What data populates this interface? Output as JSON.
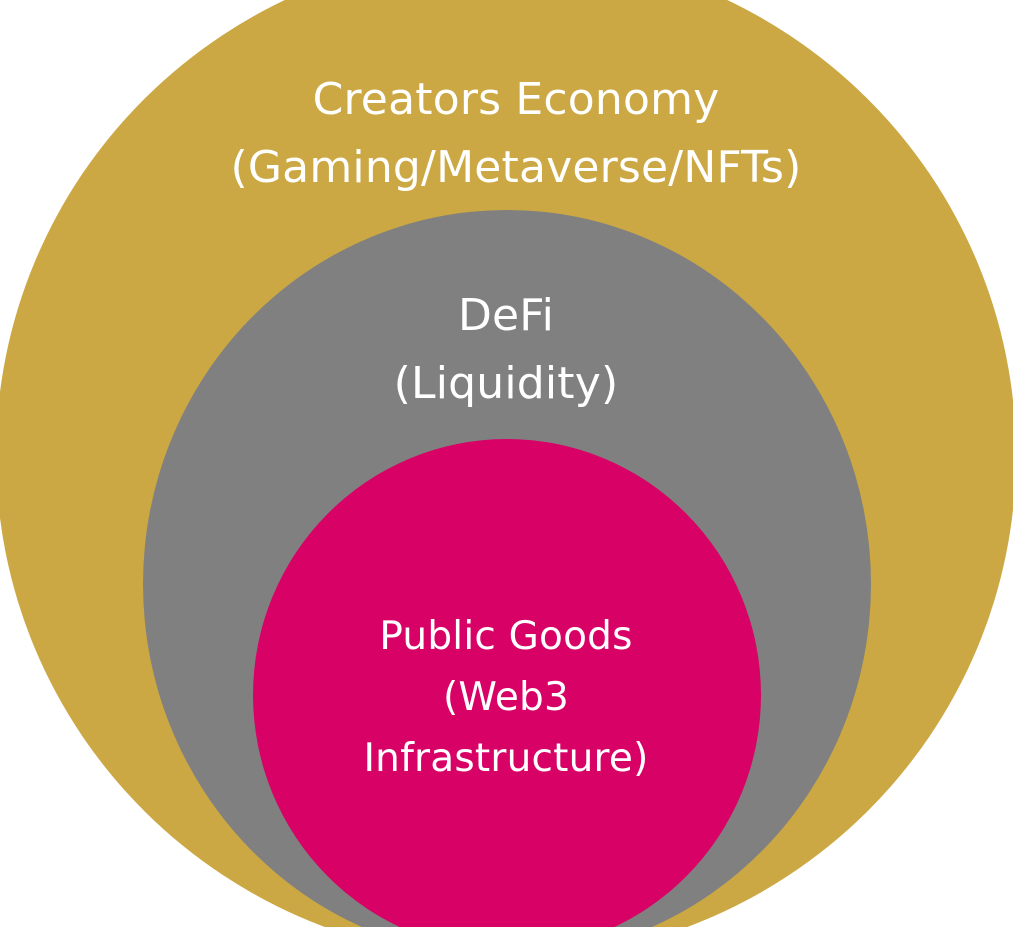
{
  "colors": {
    "outer": "#CBA844",
    "middle": "#808080",
    "inner": "#D80166",
    "text": "#FFFFFF"
  },
  "rings": {
    "outer": {
      "lines": [
        "Creators Economy",
        "(Gaming/Metaverse/NFTs)"
      ]
    },
    "middle": {
      "lines": [
        "DeFi",
        "(Liquidity)"
      ]
    },
    "inner": {
      "lines": [
        "Public Goods",
        "(Web3",
        "Infrastructure)"
      ]
    }
  }
}
